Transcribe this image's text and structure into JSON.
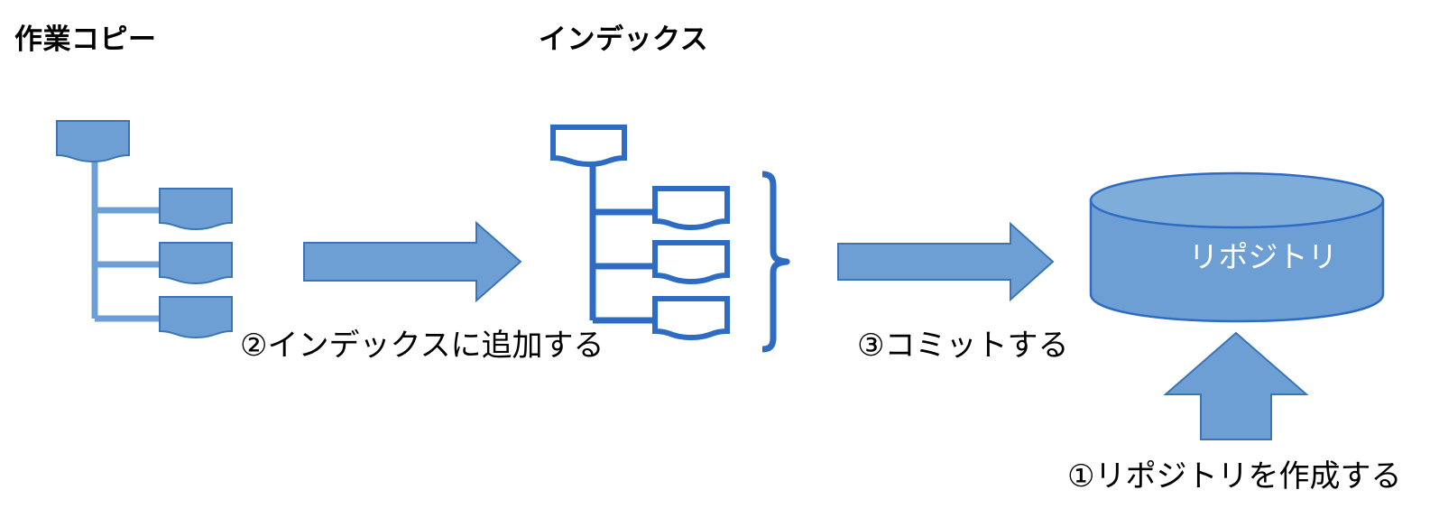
{
  "diagram": {
    "type": "git-workflow-diagram",
    "background_color": "#ffffff",
    "colors": {
      "fill_blue": "#6d9fd4",
      "stroke_blue": "#2e6cc4",
      "arrow_fill": "#6d9fd4",
      "arrow_stroke": "#3b75b5",
      "cylinder_fill": "#6d9fd4",
      "cylinder_top_fill": "#7fadda",
      "cylinder_stroke": "#2e6cc4",
      "text_color": "#000000",
      "cylinder_text_color": "#ffffff"
    }
  },
  "headings": {
    "working_copy": "作業コピー",
    "index": "インデックス"
  },
  "steps": {
    "step1": "①リポジトリを作成する",
    "step2": "②インデックスに追加する",
    "step3": "③コミットする"
  },
  "repository": {
    "label": "リポジトリ"
  },
  "working_copy_tree": {
    "style": "filled",
    "root": {
      "name": "root-document"
    },
    "children": [
      {
        "name": "document-1"
      },
      {
        "name": "document-2"
      },
      {
        "name": "document-3"
      }
    ]
  },
  "index_tree": {
    "style": "outline",
    "root": {
      "name": "root-document"
    },
    "children": [
      {
        "name": "document-1"
      },
      {
        "name": "document-2"
      },
      {
        "name": "document-3"
      }
    ],
    "brace": "right-curly-brace"
  },
  "arrows": [
    {
      "name": "arrow-working-copy-to-index",
      "direction": "right"
    },
    {
      "name": "arrow-index-to-repository",
      "direction": "right"
    },
    {
      "name": "arrow-create-repository",
      "direction": "up"
    }
  ]
}
